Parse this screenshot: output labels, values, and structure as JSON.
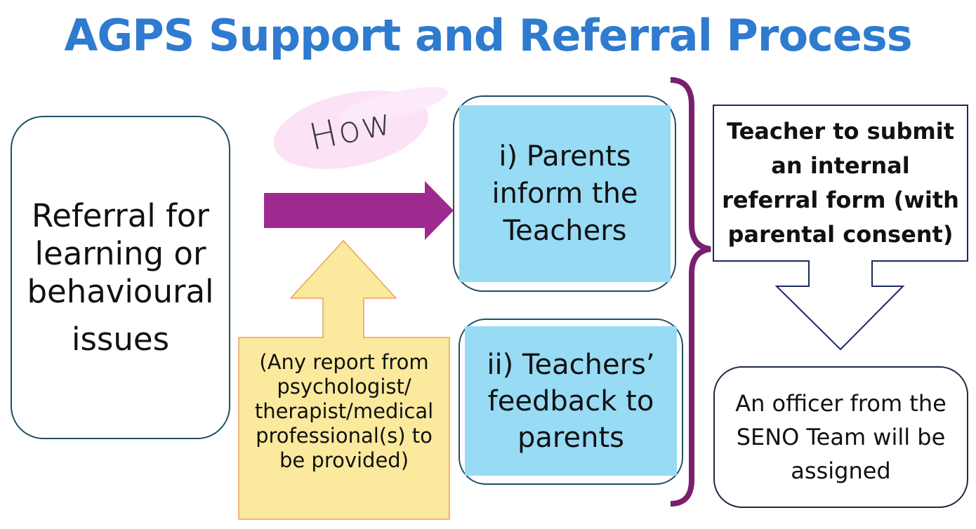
{
  "title": "AGPS Support and Referral Process",
  "colors": {
    "title": "#2E7BCF",
    "arrow_purple": "#9E2A8F",
    "brace_purple": "#7A1F6E",
    "box_fill_blue": "#97DBF5",
    "box_stroke": "#1F4E66",
    "callout_fill": "#FBE99D",
    "callout_stroke": "#E9A05E",
    "how_highlight": "#FBE3F5",
    "outline_navy": "#1B2A5E"
  },
  "nodes": {
    "start": {
      "lines": [
        "Referral for",
        "learning or",
        "behavioural",
        "issues"
      ]
    },
    "how_label": "How",
    "step_i": {
      "lines": [
        "i) Parents",
        "inform the",
        "Teachers"
      ]
    },
    "step_ii": {
      "lines": [
        "ii) Teachers’",
        "feedback to",
        "parents"
      ]
    },
    "reports_note": {
      "lines": [
        "(Any report from",
        "psychologist/",
        "therapist/medical",
        "professional(s) to",
        "be provided)"
      ]
    },
    "submit_form": {
      "lines": [
        "Teacher to submit",
        "an internal",
        "referral form (with",
        "parental consent)"
      ]
    },
    "assign_officer": {
      "lines": [
        "An officer from the",
        "SENO Team will be",
        "assigned"
      ]
    }
  }
}
